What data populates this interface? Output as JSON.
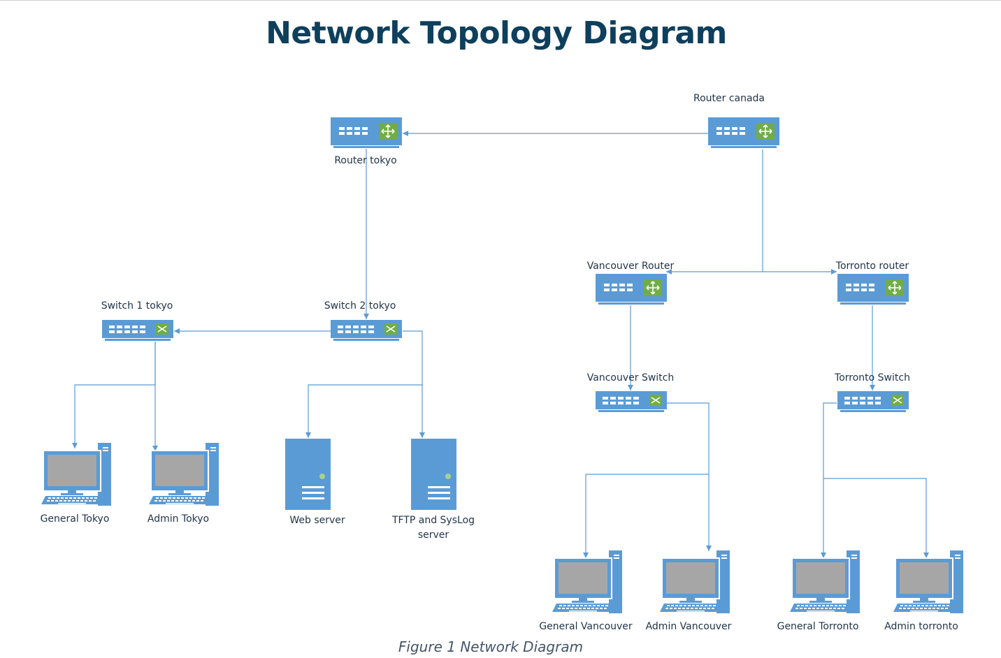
{
  "title": "Network Topology Diagram",
  "caption": "Figure 1 Network Diagram",
  "colors": {
    "device": "#5b9bd5",
    "device_dark": "#41719c",
    "accent": "#70ad47",
    "screen": "#a6a6a6",
    "line": "#5b9bd5",
    "title": "#0e3f5c"
  },
  "nodes": {
    "router_canada": {
      "label": "Router canada",
      "type": "router"
    },
    "router_tokyo": {
      "label": "Router tokyo",
      "type": "router"
    },
    "vancouver_router": {
      "label": "Vancouver Router",
      "type": "router"
    },
    "torronto_router": {
      "label": "Torronto router",
      "type": "router"
    },
    "switch1_tokyo": {
      "label": "Switch 1 tokyo",
      "type": "switch"
    },
    "switch2_tokyo": {
      "label": "Switch 2 tokyo",
      "type": "switch"
    },
    "vancouver_switch": {
      "label": "Vancouver Switch",
      "type": "switch"
    },
    "torronto_switch": {
      "label": "Torronto Switch",
      "type": "switch"
    },
    "general_tokyo": {
      "label": "General Tokyo",
      "type": "pc"
    },
    "admin_tokyo": {
      "label": "Admin Tokyo",
      "type": "pc"
    },
    "web_server": {
      "label": "Web server",
      "type": "server"
    },
    "tftp_server": {
      "label": "TFTP and SysLog",
      "label2": "server",
      "type": "server"
    },
    "general_vancouver": {
      "label": "General Vancouver",
      "type": "pc"
    },
    "admin_vancouver": {
      "label": "Admin Vancouver",
      "type": "pc"
    },
    "general_torronto": {
      "label": "General Torronto",
      "type": "pc"
    },
    "admin_torronto": {
      "label": "Admin torronto",
      "type": "pc"
    }
  },
  "links": [
    {
      "from": "router_canada",
      "to": "router_tokyo"
    },
    {
      "from": "router_tokyo",
      "to": "switch2_tokyo"
    },
    {
      "from": "switch2_tokyo",
      "to": "switch1_tokyo"
    },
    {
      "from": "switch1_tokyo",
      "to": "general_tokyo"
    },
    {
      "from": "switch1_tokyo",
      "to": "admin_tokyo"
    },
    {
      "from": "switch2_tokyo",
      "to": "web_server"
    },
    {
      "from": "switch2_tokyo",
      "to": "tftp_server"
    },
    {
      "from": "router_canada",
      "to": "vancouver_router"
    },
    {
      "from": "router_canada",
      "to": "torronto_router"
    },
    {
      "from": "vancouver_router",
      "to": "vancouver_switch"
    },
    {
      "from": "torronto_router",
      "to": "torronto_switch"
    },
    {
      "from": "vancouver_switch",
      "to": "general_vancouver"
    },
    {
      "from": "vancouver_switch",
      "to": "admin_vancouver"
    },
    {
      "from": "torronto_switch",
      "to": "general_torronto"
    },
    {
      "from": "torronto_switch",
      "to": "admin_torronto"
    }
  ]
}
